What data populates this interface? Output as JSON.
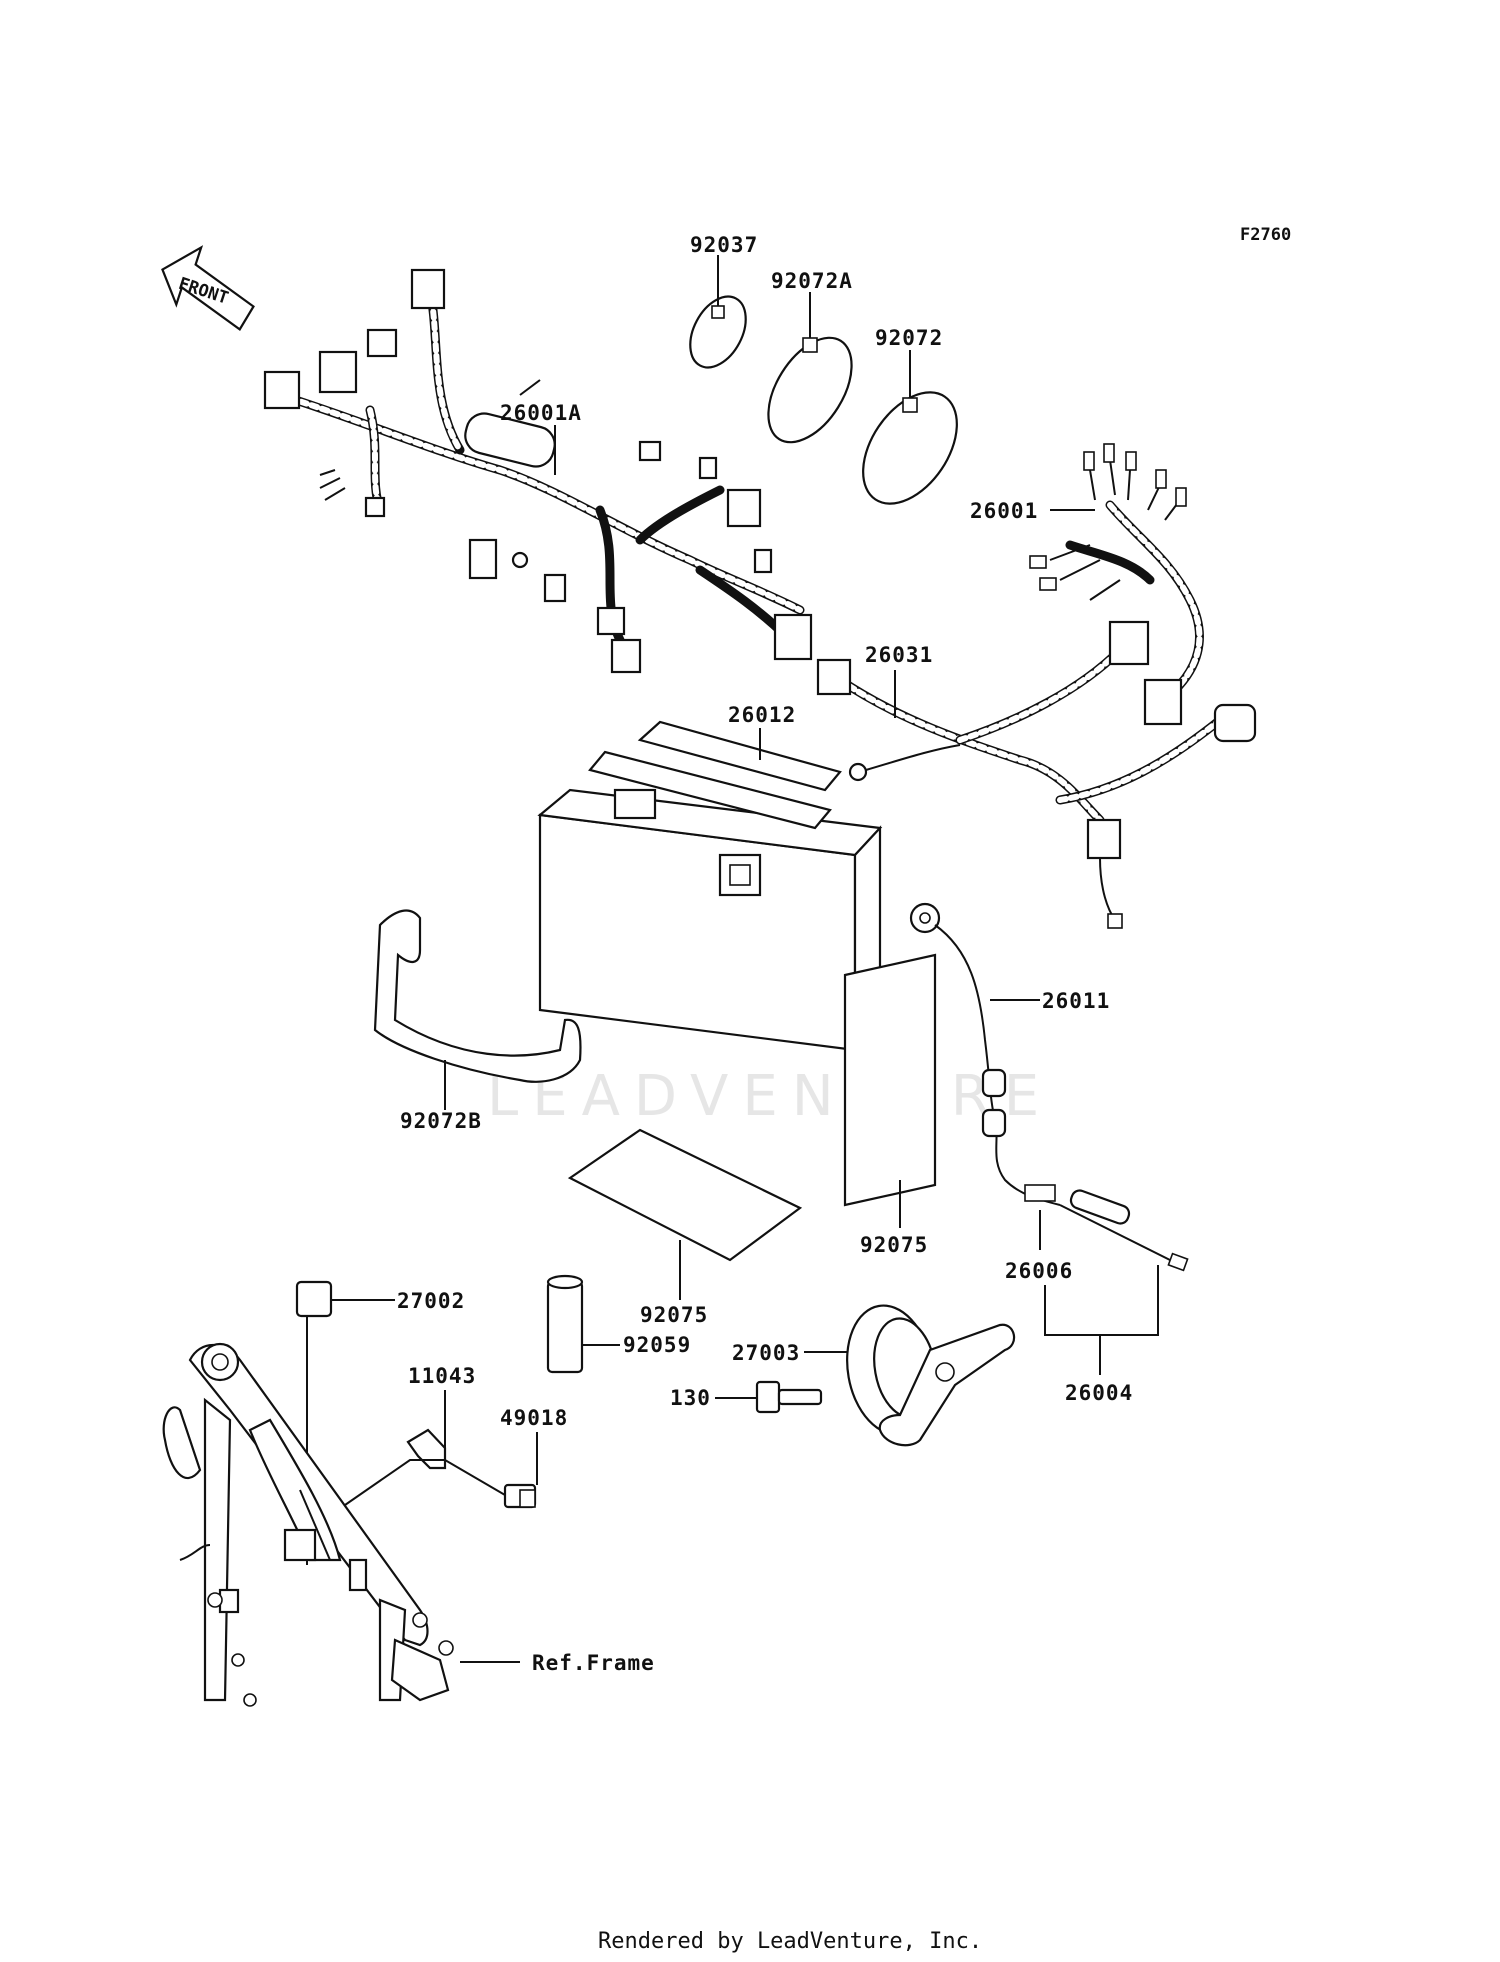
{
  "figure_code": "F2760",
  "front_label": "FRONT",
  "watermark": "LEADVENTURE",
  "footer": "Rendered by LeadVenture, Inc.",
  "ref_frame": "Ref.Frame",
  "parts": {
    "p92037": "92037",
    "p92072A": "92072A",
    "p92072": "92072",
    "p26001A": "26001A",
    "p26001": "26001",
    "p26031": "26031",
    "p26012": "26012",
    "p26011": "26011",
    "p92072B": "92072B",
    "p92075a": "92075",
    "p92075b": "92075",
    "p26006": "26006",
    "p27002": "27002",
    "p92059": "92059",
    "p27003": "27003",
    "p11043": "11043",
    "p49018": "49018",
    "p130": "130",
    "p26004": "26004"
  }
}
